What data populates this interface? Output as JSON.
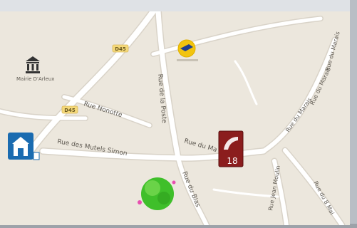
{
  "map": {
    "street_labels": [
      "Rue Nonotte",
      "Rue des Mutels Simon",
      "Rue de la Poste",
      "Rue du Ma",
      "Rue du Bias",
      "Rue Jean Moulin",
      "Rue du Marais",
      "Rue du Marais",
      "Rue du Marais",
      "Rue du 8 Mai"
    ],
    "road_badges": [
      "D45",
      "D45"
    ],
    "pois": {
      "mairie": {
        "label": "Mairie D'Arleux",
        "icon": "town-hall-icon"
      },
      "post_office": {
        "icon": "la-poste-icon"
      },
      "info_sign": {
        "icon": "information-building-icon"
      },
      "fire_station": {
        "number": "18",
        "icon": "fire-phone-icon"
      },
      "green_space": {
        "icon": "green-space-icon"
      }
    },
    "colors": {
      "background": "#ece7dd",
      "road": "#ffffff",
      "badge": "#f5d97a",
      "poste": "#f2c40f",
      "fire": "#8b1d1d",
      "info": "#1a6bb0",
      "green": "#3fbf2a"
    }
  }
}
